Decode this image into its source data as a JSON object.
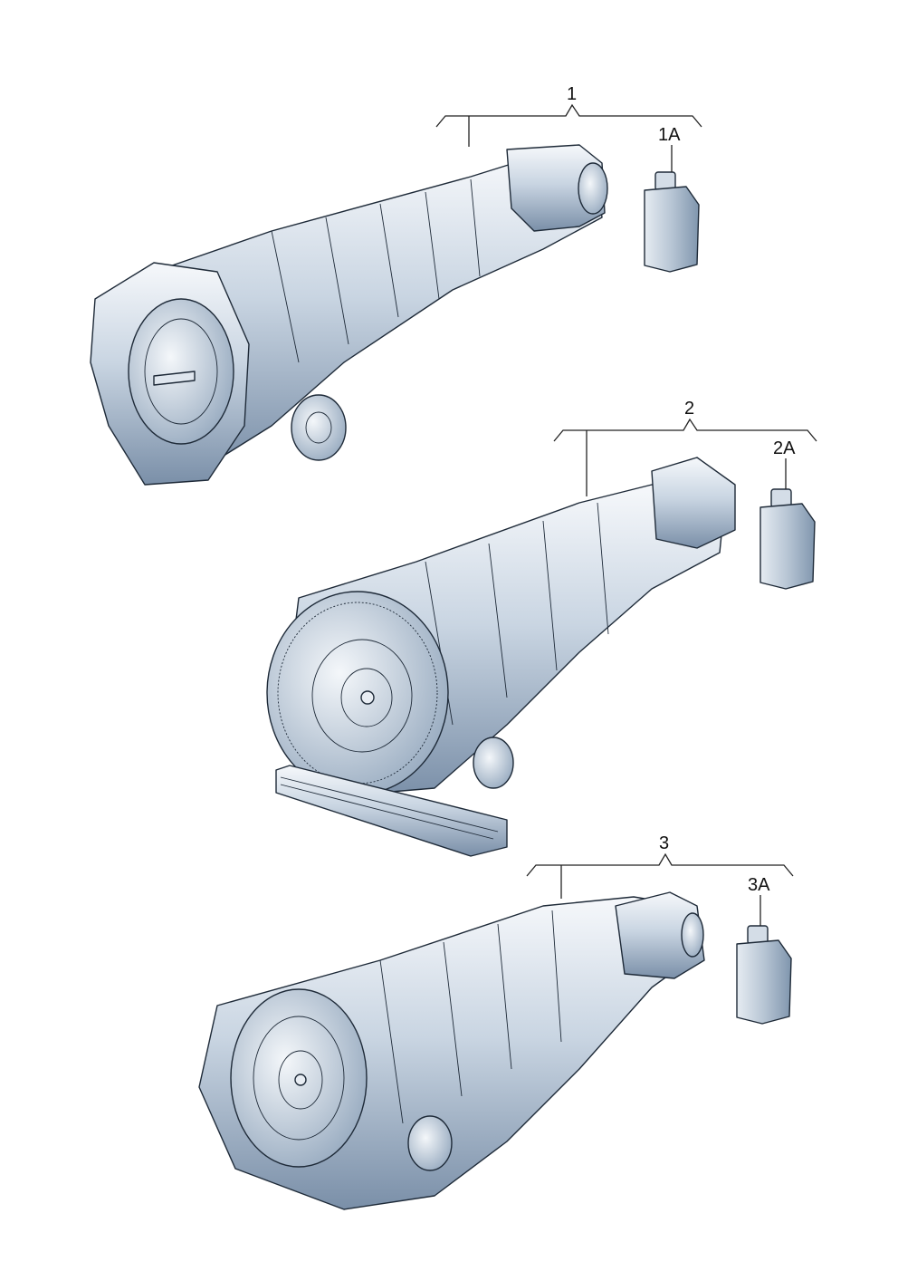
{
  "callouts": [
    {
      "label": "1"
    },
    {
      "label": "1A"
    },
    {
      "label": "2"
    },
    {
      "label": "2A"
    },
    {
      "label": "3"
    },
    {
      "label": "3A"
    }
  ],
  "colors": {
    "body_light": "#eef2f6",
    "body_mid": "#b9c8d8",
    "body_dark": "#6f86a0",
    "outline": "#1e2a38"
  }
}
